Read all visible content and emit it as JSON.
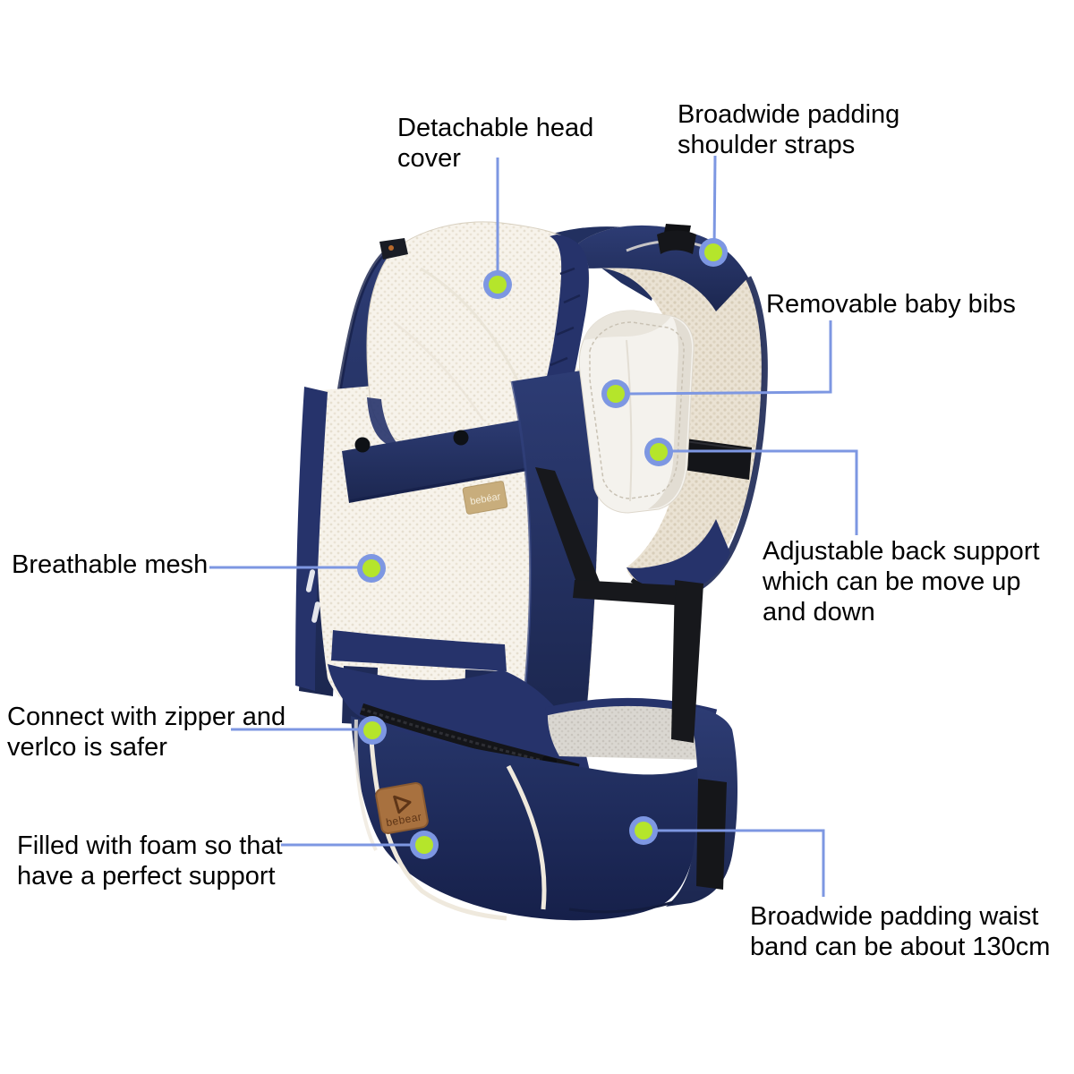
{
  "product": {
    "name": "hip seat baby carrier",
    "brand_patch_text": "bebear",
    "brand_tag_text": "bebéar"
  },
  "callouts": [
    {
      "id": "detachable-head-cover",
      "text": "Detachable head\ncover"
    },
    {
      "id": "shoulder-straps",
      "text": "Broadwide padding\nshoulder straps"
    },
    {
      "id": "baby-bibs",
      "text": "Removable baby bibs"
    },
    {
      "id": "back-support",
      "text": "Adjustable back support\nwhich can be move up\nand down"
    },
    {
      "id": "breathable-mesh",
      "text": "Breathable mesh"
    },
    {
      "id": "zipper",
      "text": "Connect with zipper and\nverlco is safer"
    },
    {
      "id": "foam",
      "text": "Filled with foam so that\nhave a perfect support"
    },
    {
      "id": "waist-band",
      "text": "Broadwide padding waist\nband can be about 130cm"
    }
  ],
  "colors": {
    "background": "#ffffff",
    "label_text": "#000000",
    "leader_line": "#7d97e2",
    "marker_ring": "#7d97e2",
    "marker_fill": "#b5e52b",
    "carrier_navy": "#253368",
    "mesh_cream": "#f6f2ea",
    "strap_mesh": "#eae2d3",
    "waist_mesh": "#dad7d1",
    "patch_brown": "#a8713f"
  }
}
